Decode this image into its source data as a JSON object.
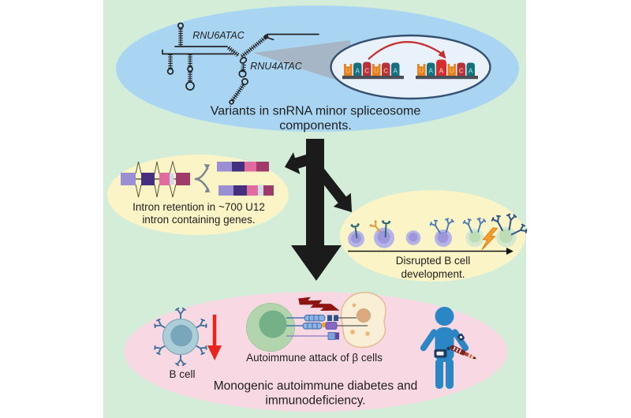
{
  "figure": {
    "background_color": "#d3edd9",
    "page_background": "#ffffff"
  },
  "top_panel": {
    "caption_lines": [
      "Variants in snRNA minor spliceosome",
      "components."
    ],
    "snrna_labels": {
      "rnu6": "RNU6ATAC",
      "rnu4": "RNU4ATAC"
    },
    "fill": "#a9d5f3"
  },
  "mutation_callout": {
    "fill": "#e9f2fb",
    "border": "#355070",
    "before": [
      {
        "letter": "U",
        "color": "#e5821e",
        "tint": "#f4b268",
        "shape": "notch",
        "h": 15.5
      },
      {
        "letter": "A",
        "color": "#17707d",
        "tint": "#79c3c9",
        "shape": "arch",
        "h": 17
      },
      {
        "letter": "C",
        "color": "#b5343a",
        "tint": "#efa09c",
        "shape": "arch",
        "h": 18
      },
      {
        "letter": "U",
        "color": "#e5821e",
        "tint": "#f4b268",
        "shape": "notch",
        "h": 15.5
      },
      {
        "letter": "C",
        "color": "#b5343a",
        "tint": "#efa09c",
        "shape": "arch",
        "h": 17
      },
      {
        "letter": "A",
        "color": "#17707d",
        "tint": "#79c3c9",
        "shape": "arch",
        "h": 17
      }
    ],
    "after": [
      {
        "letter": "U",
        "color": "#e5821e",
        "tint": "#f4b268",
        "shape": "notch",
        "h": 15.5
      },
      {
        "letter": "A",
        "color": "#17707d",
        "tint": "#79c3c9",
        "shape": "arch",
        "h": 17
      },
      {
        "letter": "A",
        "color": "#d23030",
        "tint": "#f6b2ae",
        "shape": "arch",
        "h": 21,
        "big": true
      },
      {
        "letter": "U",
        "color": "#e5821e",
        "tint": "#f4b268",
        "shape": "notch",
        "h": 15.5
      },
      {
        "letter": "C",
        "color": "#b5343a",
        "tint": "#efa09c",
        "shape": "arch",
        "h": 17
      },
      {
        "letter": "A",
        "color": "#17707d",
        "tint": "#79c3c9",
        "shape": "arch",
        "h": 17
      }
    ],
    "arrow_color": "#c53030"
  },
  "intron_panel": {
    "fill": "#fbf4c6",
    "caption_lines": [
      "Intron retention in ~700 U12",
      "intron containing genes."
    ],
    "exon_colors": {
      "light_purple": "#9a8fd2",
      "dark_purple": "#44307e",
      "pink": "#e26b9e",
      "pale": "#cfd9ea",
      "magenta": "#a03a6a"
    }
  },
  "bdev_panel": {
    "fill": "#fbf4c6",
    "caption_lines": [
      "Disrupted B cell",
      "development."
    ]
  },
  "outcome_panel": {
    "fill": "#f8d9e3",
    "caption_lines": [
      "Monogenic autoimmune diabetes and",
      "immunodeficiency."
    ],
    "bcell_label": "B cell",
    "attack_label": "Autoimmune attack of β cells"
  },
  "palette": {
    "black_arrow": "#1b1b1b",
    "red_arrow": "#e8251f",
    "person_blue": "#2a86c5",
    "lightning_orange": "#f59f2e",
    "bolt_dark_red": "#9e1510"
  }
}
